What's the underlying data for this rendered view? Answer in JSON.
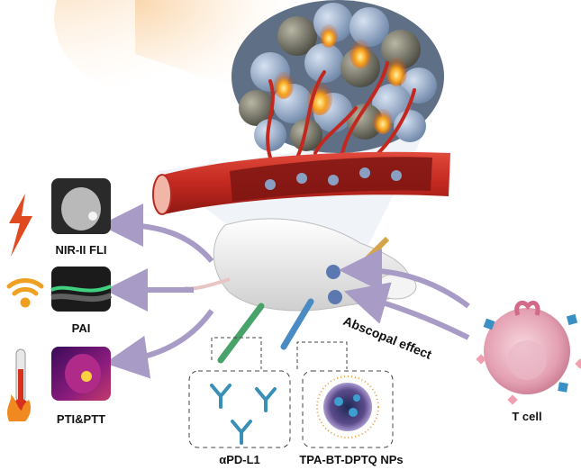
{
  "labels": {
    "fli": "NIR-II FLI",
    "pai": "PAI",
    "ptt": "PTI&PTT",
    "abscopal": "Abscopal effect",
    "tcell": "T cell",
    "antibody": "αPD-L1",
    "nps": "TPA-BT-DPTQ NPs"
  },
  "icons": {
    "fli": "lightning-bolt-icon",
    "pai": "wifi-signal-icon",
    "ptt": "thermometer-flame-icon"
  },
  "colors": {
    "arrow": "#a89cc6",
    "vessel": "#c9302c",
    "tumor": "#8fa6c4",
    "tcell": "#e8a6b8"
  }
}
